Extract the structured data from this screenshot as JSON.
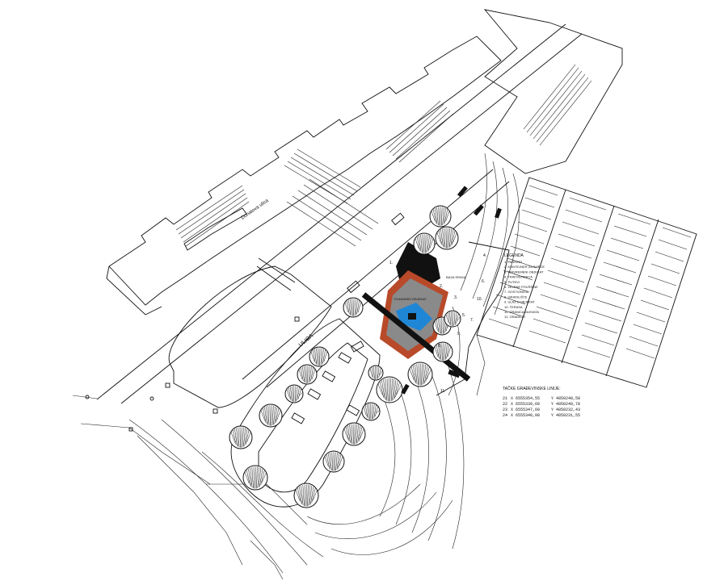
{
  "labels": {
    "street_upper": "Donatova ulica",
    "street_lower": "ULICA",
    "building_name": "PLANINSKI OBJEKAT",
    "building_tag": "BAZA SPASA",
    "legend_title": "LEGENDA",
    "coords_title": "TAČKE GRAĐEVINSKE LINIJE:"
  },
  "legend_items": [
    "1. PARKING",
    "2. KONTEJNER ZA SMEĆE",
    "3. PRIVREMENI OBJEKAT",
    "4. TRAFOSTANICA",
    "5. PUTEVI",
    "6. ZELENE POVRŠINE",
    "7. GOSTIONICA",
    "8. GRADILIŠTE",
    "9. ULAZ U OBJEKAT",
    "10. TERASA",
    "11. GRANICA ZAHVATA",
    "12. GRADILAT"
  ],
  "coordinates": [
    {
      "id": "21",
      "x": "X  6555354,55",
      "y": "Y  4850248,58"
    },
    {
      "id": "22",
      "x": "X  6555339,60",
      "y": "Y  4850240,78"
    },
    {
      "id": "23",
      "x": "X  6555347,68",
      "y": "Y  4850232,43"
    },
    {
      "id": "24",
      "x": "X  6555340,08",
      "y": "Y  4850231,55"
    }
  ],
  "plan_numbers": [
    "1.",
    "2.",
    "3.",
    "4.",
    "5.",
    "6.",
    "7.",
    "8.",
    "9.",
    "10.",
    "11."
  ],
  "colors": {
    "building_fill": "#8a8a8a",
    "building_outline": "#c0451e",
    "pool": "#1f86d6",
    "terrace": "#b84a2a",
    "black": "#111111"
  }
}
